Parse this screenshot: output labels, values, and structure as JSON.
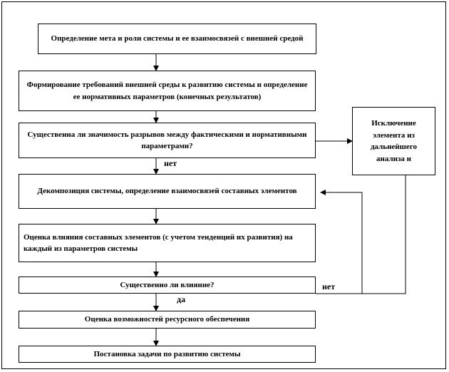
{
  "boxes": {
    "b1": "Определение мета и роли системы и ее взаимосвязей с внешней средой",
    "b2": "Формирование требований внешней среды к развитию системы и определение ее нормативных параметров (конечных результатов)",
    "b3": "Существенна ли значимость разрывов между фактическими и нормативными параметрами?",
    "b4": "Исключение элемента из дальнейшего анализа и",
    "b5": "Декомпозиция системы, определение взаимосвязей составных элементов",
    "b6": "Оценка влияния составных элементов (с учетом тенденций их развития) на каждый из параметров системы",
    "b7": "Существенно ли влияние?",
    "b8": "Оценка возможностей ресурсного обеспечения",
    "b9": "Постановка задачи по развитию системы"
  },
  "labels": {
    "no1": "нет",
    "no2": "нет",
    "yes": "да"
  }
}
